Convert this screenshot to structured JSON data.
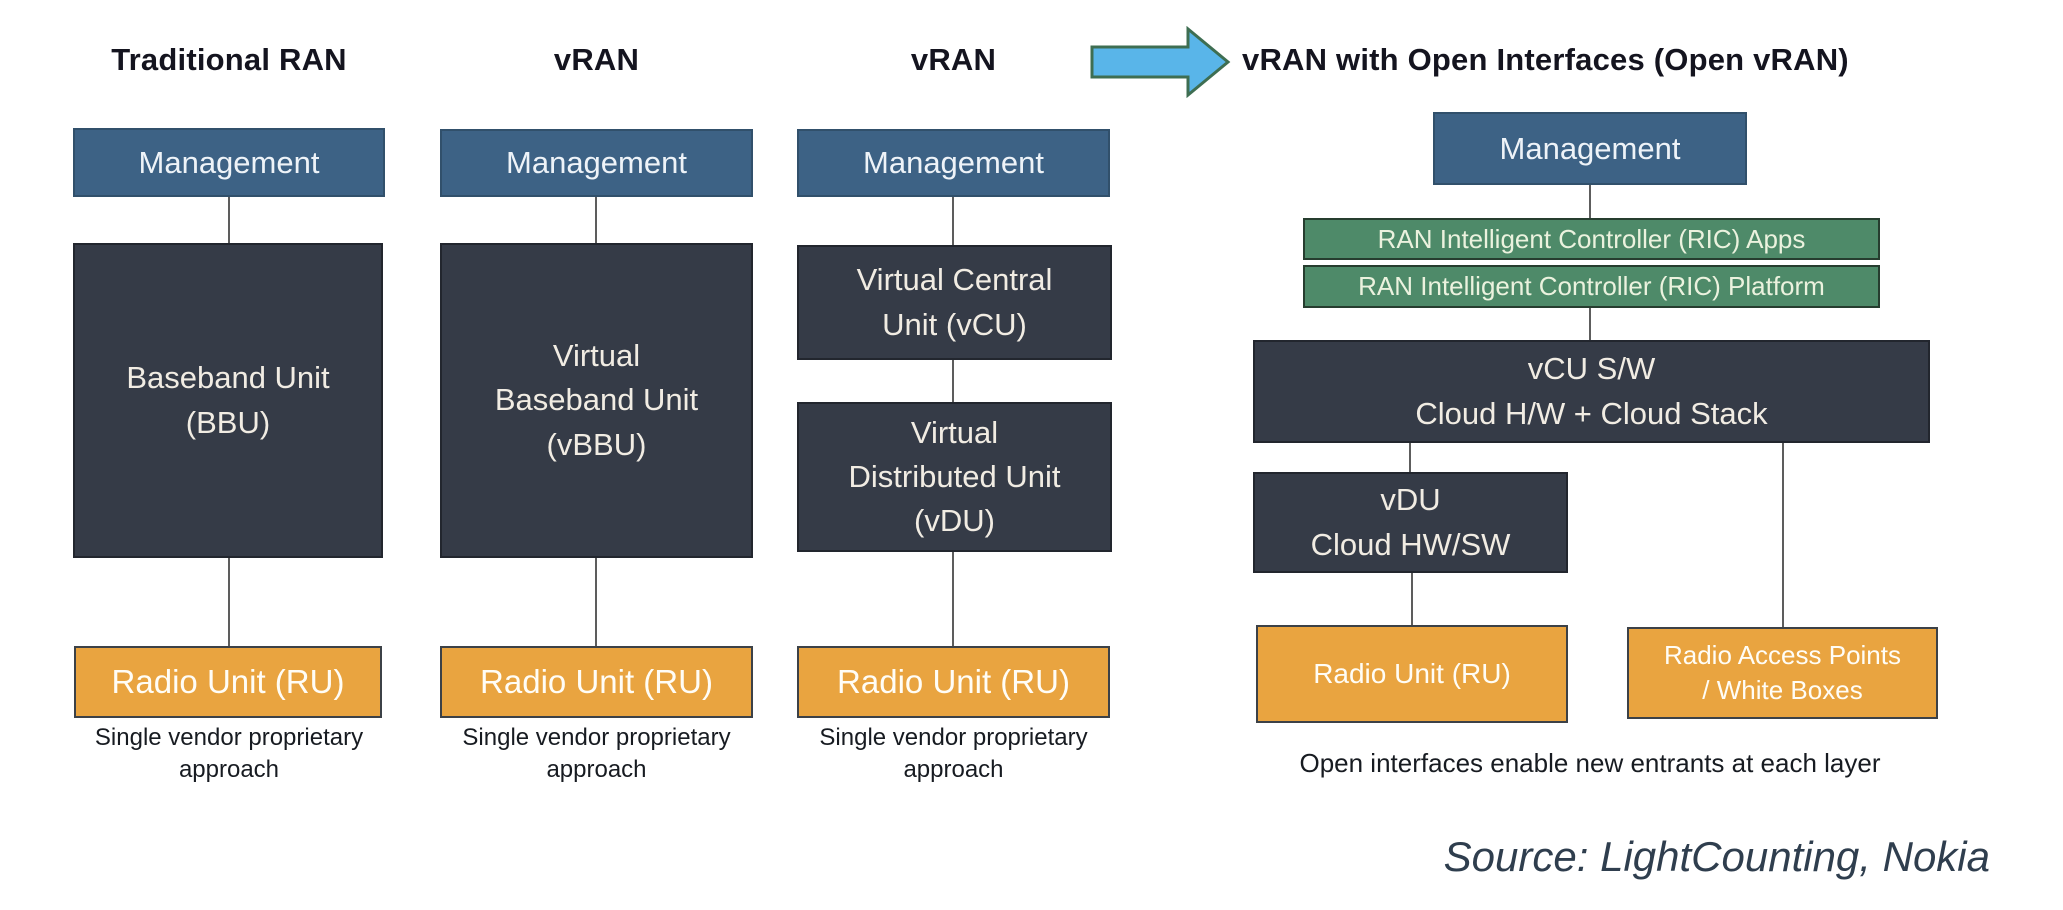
{
  "diagram": {
    "col1": {
      "title": "Traditional RAN",
      "management": "Management",
      "main_line1": "Baseband Unit",
      "main_line2": "(BBU)",
      "radio": "Radio Unit (RU)",
      "caption_line1": "Single vendor",
      "caption_line2": "proprietary approach"
    },
    "col2": {
      "title": "vRAN",
      "management": "Management",
      "main_line1": "Virtual",
      "main_line2": "Baseband Unit",
      "main_line3": "(vBBU)",
      "radio": "Radio Unit (RU)",
      "caption_line1": "Single vendor",
      "caption_line2": "proprietary approach"
    },
    "col3": {
      "title": "vRAN",
      "management": "Management",
      "vcu_line1": "Virtual Central",
      "vcu_line2": "Unit (vCU)",
      "vdu_line1": "Virtual",
      "vdu_line2": "Distributed Unit",
      "vdu_line3": "(vDU)",
      "radio": "Radio Unit (RU)",
      "caption_line1": "Single vendor",
      "caption_line2": "proprietary approach"
    },
    "col4": {
      "title": "vRAN with Open Interfaces (Open vRAN)",
      "management": "Management",
      "ric_apps": "RAN Intelligent Controller (RIC) Apps",
      "ric_platform": "RAN Intelligent Controller (RIC) Platform",
      "vcu_line1": "vCU S/W",
      "vcu_line2": "Cloud H/W + Cloud Stack",
      "vdu_line1": "vDU",
      "vdu_line2": "Cloud HW/SW",
      "radio": "Radio Unit (RU)",
      "rap_line1": "Radio Access Points",
      "rap_line2": "/ White Boxes",
      "caption": "Open interfaces enable new entrants at each layer"
    },
    "source": "Source: LightCounting, Nokia",
    "icons": {
      "arrow": "right-arrow"
    },
    "colors": {
      "management_blue": "#3d6285",
      "unit_dark": "#353b47",
      "ric_green": "#4e8a69",
      "radio_orange": "#e9a440",
      "arrow_blue": "#59b5e9",
      "connector_gray": "#5d5d5d"
    }
  }
}
